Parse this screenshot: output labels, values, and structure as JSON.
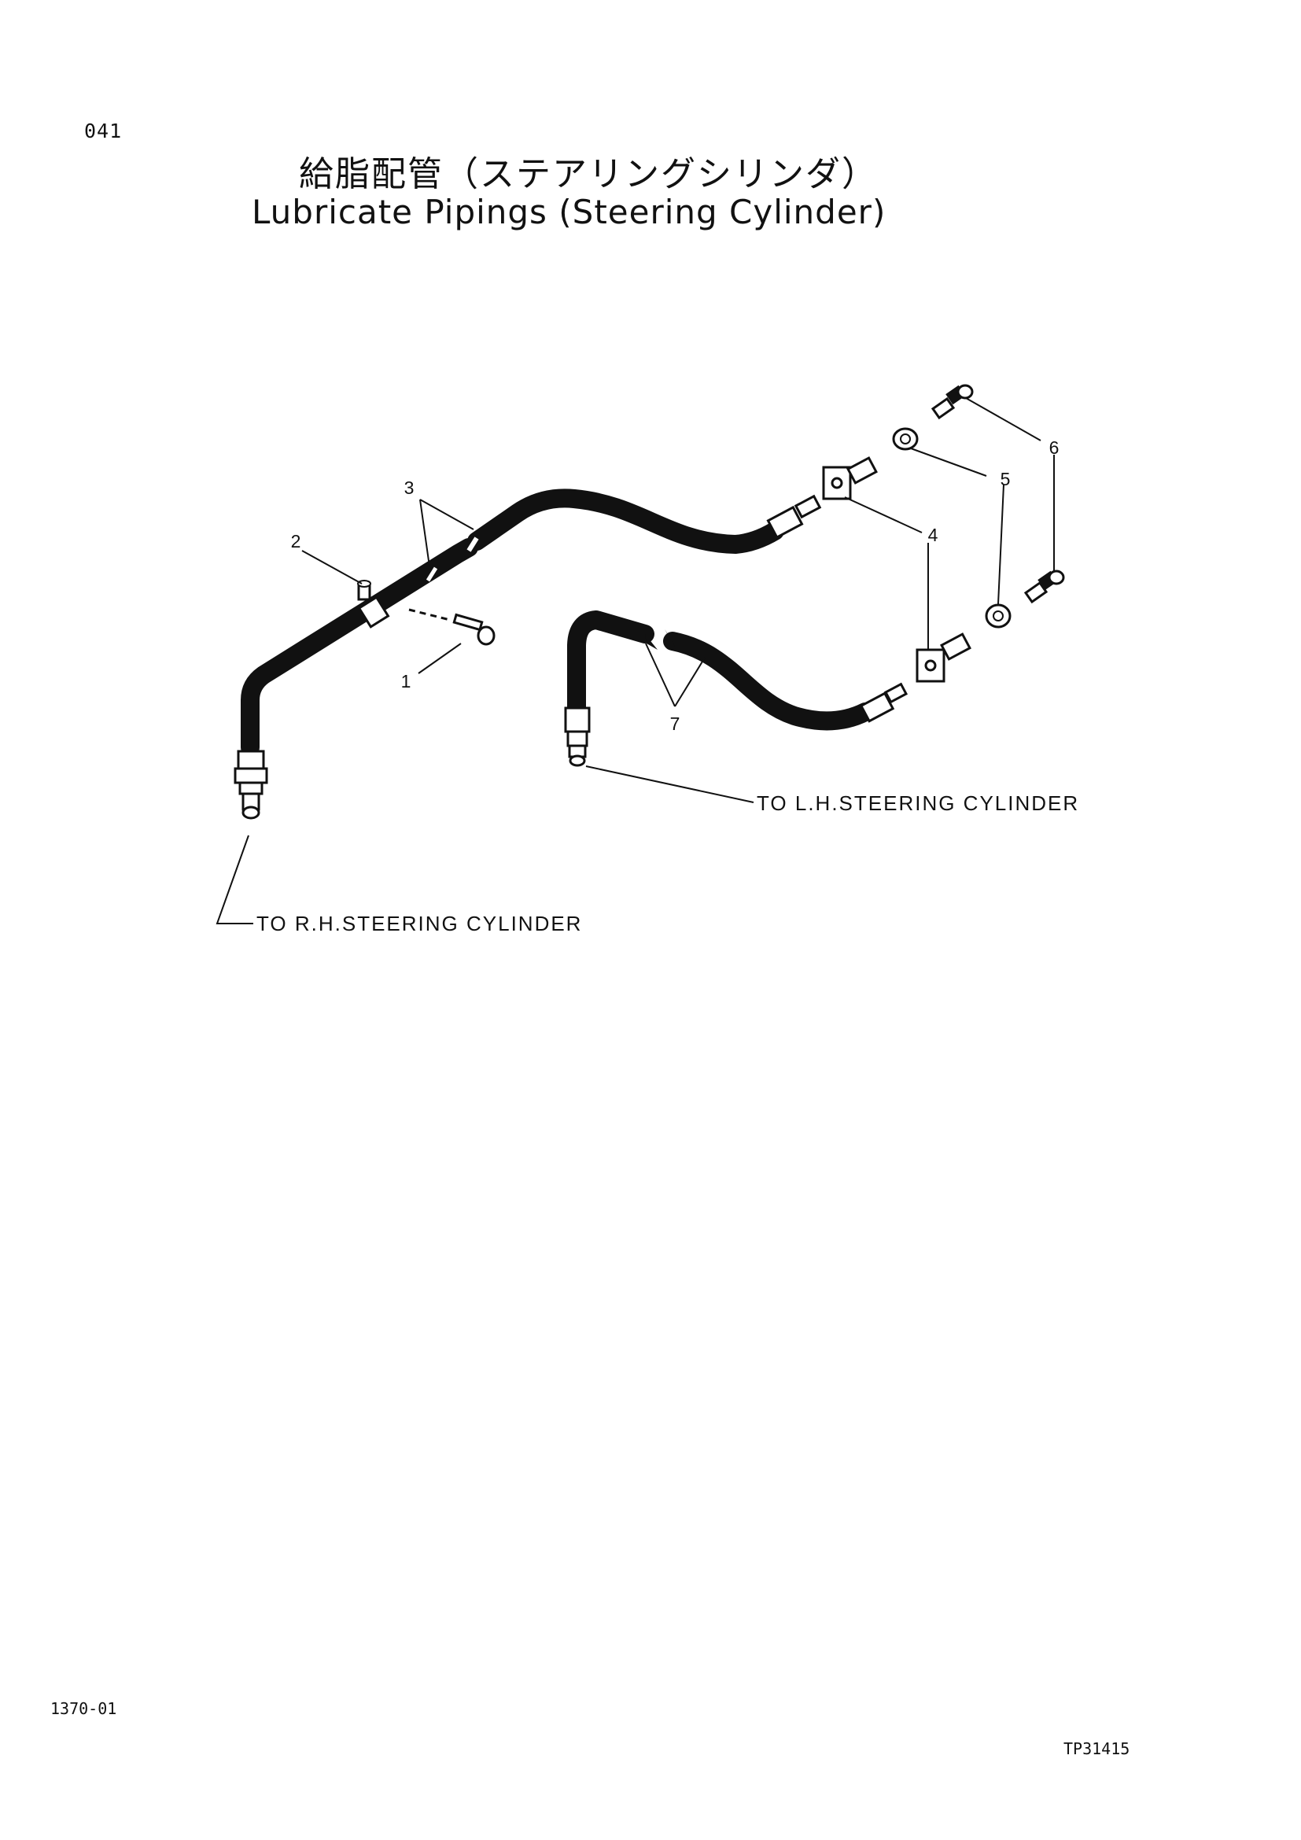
{
  "page_code": "041",
  "title": {
    "japanese": "給脂配管（ステアリングシリンダ）",
    "english": "Lubricate Pipings (Steering Cylinder)"
  },
  "callouts": [
    "1",
    "2",
    "3",
    "4",
    "5",
    "6",
    "7"
  ],
  "destinations": {
    "left_cylinder": "TO L.H.STEERING CYLINDER",
    "right_cylinder": "TO R.H.STEERING CYLINDER"
  },
  "footer": {
    "left_code": "1370-01",
    "right_code": "TP31415"
  }
}
